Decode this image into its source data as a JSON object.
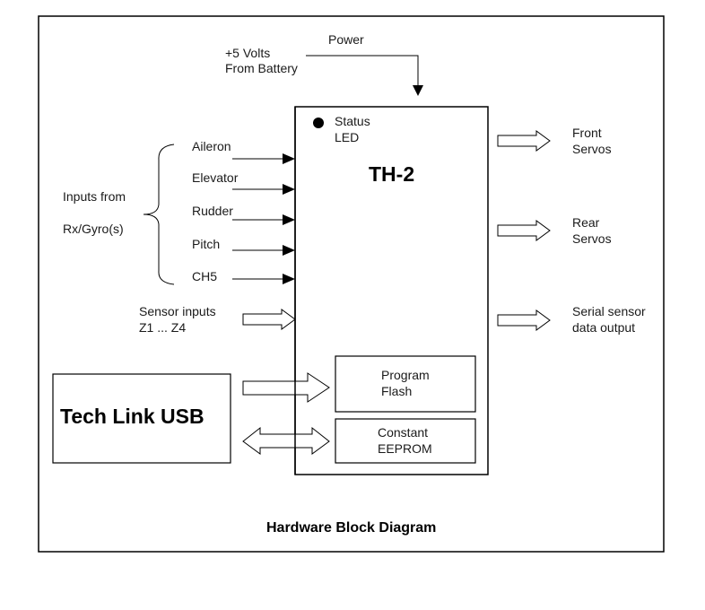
{
  "diagram": {
    "caption": "Hardware Block Diagram",
    "power": {
      "label": "Power",
      "source_line1": "+5 Volts",
      "source_line2": "From Battery"
    },
    "main_block": {
      "title": "TH-2",
      "status_led_line1": "Status",
      "status_led_line2": "LED"
    },
    "inputs_group": {
      "label_line1": "Inputs from",
      "label_line2": "Rx/Gyro(s)",
      "channels": [
        "Aileron",
        "Elevator",
        "Rudder",
        "Pitch",
        "CH5"
      ]
    },
    "sensor_inputs": {
      "line1": "Sensor inputs",
      "line2": "Z1 ... Z4"
    },
    "outputs": [
      {
        "line1": "Front",
        "line2": "Servos"
      },
      {
        "line1": "Rear",
        "line2": "Servos"
      },
      {
        "line1": "Serial sensor",
        "line2": "data output"
      }
    ],
    "program_flash": {
      "line1": "Program",
      "line2": "Flash"
    },
    "constant_eeprom": {
      "line1": "Constant",
      "line2": "EEPROM"
    },
    "tech_link": {
      "label": "Tech Link USB"
    }
  }
}
